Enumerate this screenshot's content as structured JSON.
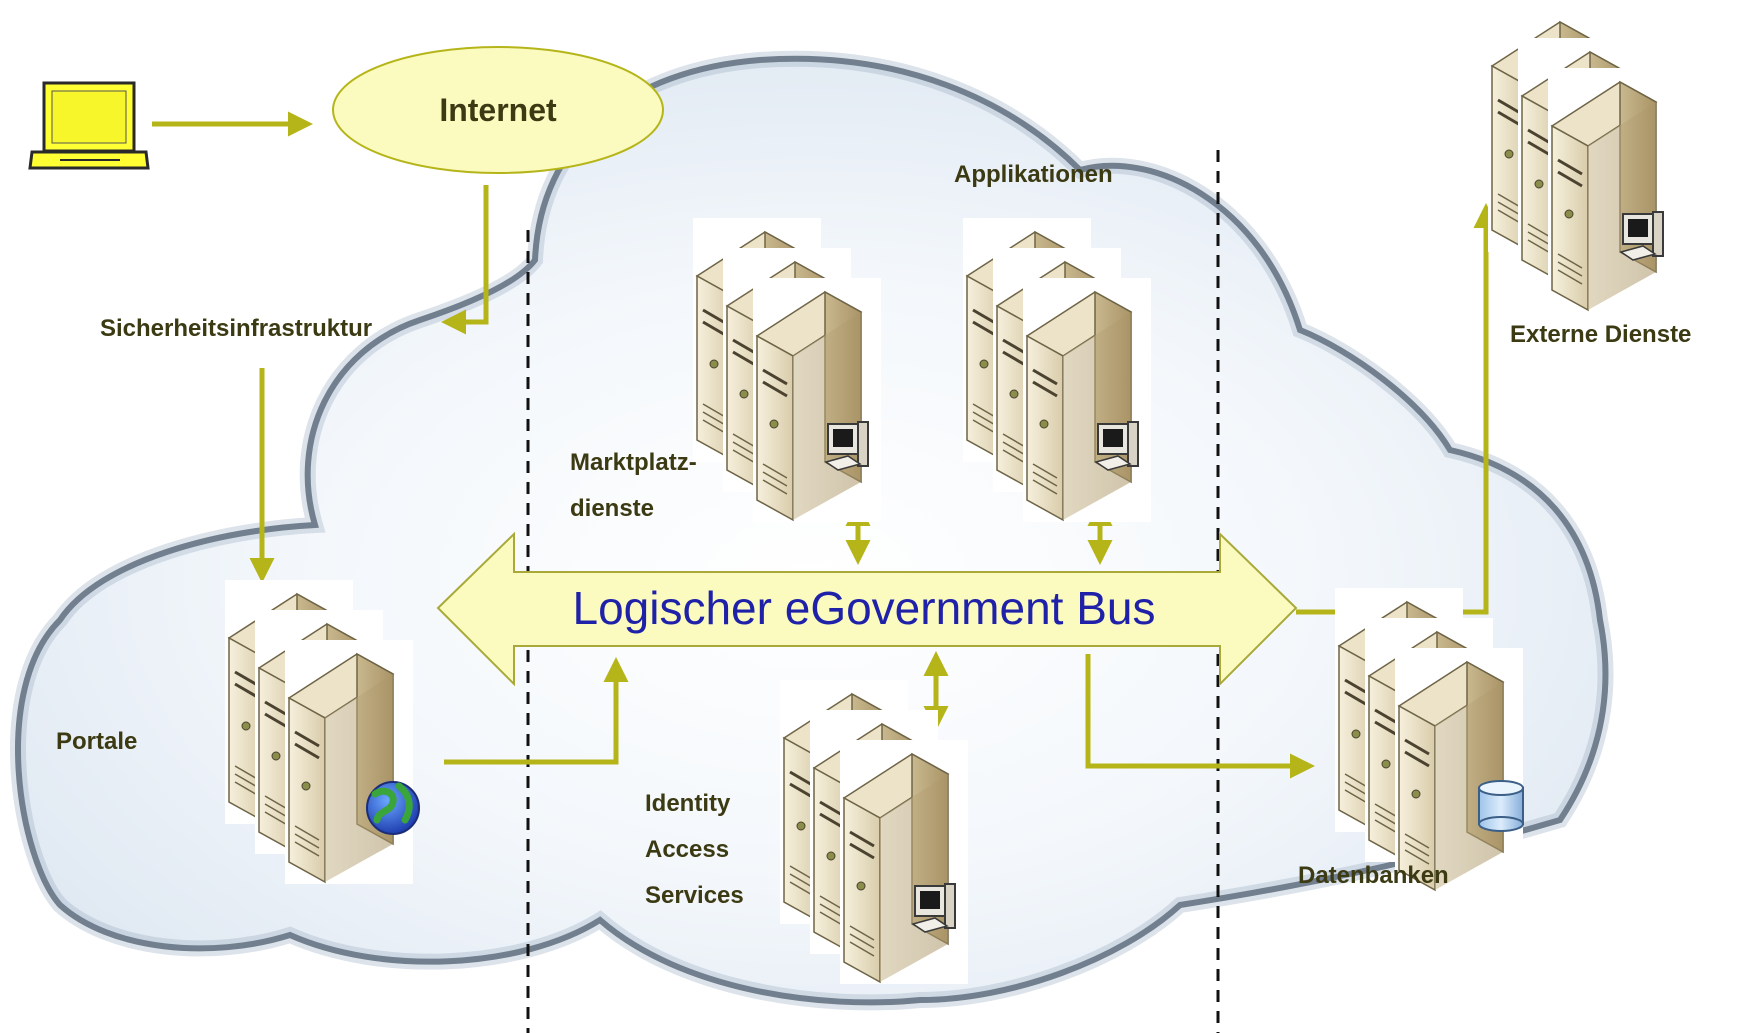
{
  "diagram": {
    "colors": {
      "arrow": "#b5b51a",
      "bus_fill": "#fbfbc0",
      "bus_stroke": "#a9a93a",
      "bus_text": "#1f22a8",
      "internet_fill": "#fbfbc0",
      "label_text": "#3b3a13",
      "cloud_fill": "#e2ecf6",
      "cloud_outline": "#4d5a66",
      "laptop_screen": "#ffff33",
      "divider": "#111111"
    },
    "internet": {
      "label": "Internet"
    },
    "bus": {
      "label": "Logischer eGovernment Bus"
    },
    "labels": {
      "security": "Sicherheitsinfrastruktur",
      "portals": "Portale",
      "marketplace": "Marktplatz-\ndienste",
      "applications": "Applikationen",
      "identity": "Identity\nAccess\nServices",
      "external": "Externe Dienste",
      "databases": "Datenbanken"
    },
    "icons": {
      "laptop": "laptop-icon",
      "server_group": "server-group-icon",
      "globe": "globe-icon",
      "workstation": "workstation-icon",
      "database": "database-cylinder-icon"
    }
  }
}
